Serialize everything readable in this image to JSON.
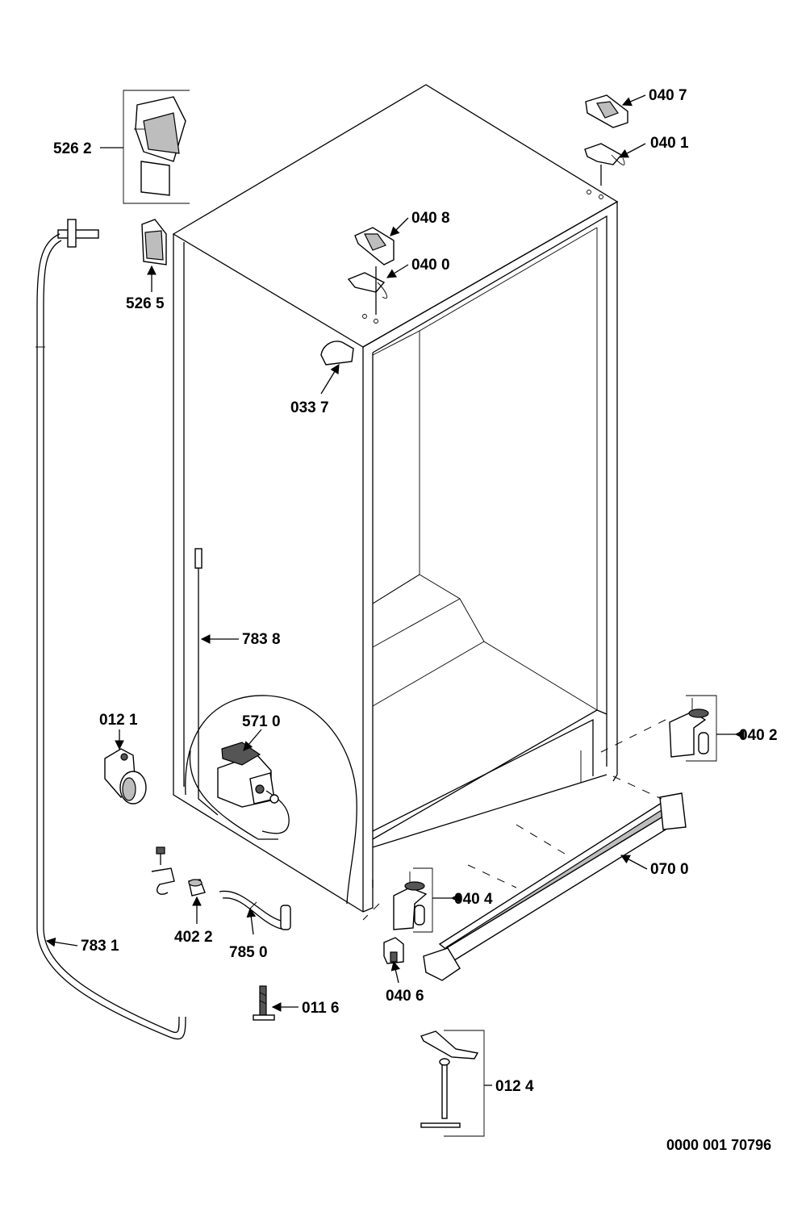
{
  "diagram": {
    "document_code": "0000 001 70796",
    "labels": {
      "l_5262": "526 2",
      "l_5265": "526 5",
      "l_0407": "040 7",
      "l_0401": "040 1",
      "l_0408": "040 8",
      "l_0400": "040 0",
      "l_0337": "033 7",
      "l_7838": "783 8",
      "l_0121": "012 1",
      "l_5710": "571 0",
      "l_0402": "040 2",
      "l_0700": "070 0",
      "l_0404": "040 4",
      "l_4022": "402 2",
      "l_7850": "785 0",
      "l_7831": "783 1",
      "l_0406": "040 6",
      "l_0116": "011 6",
      "l_0124": "012 4"
    }
  }
}
